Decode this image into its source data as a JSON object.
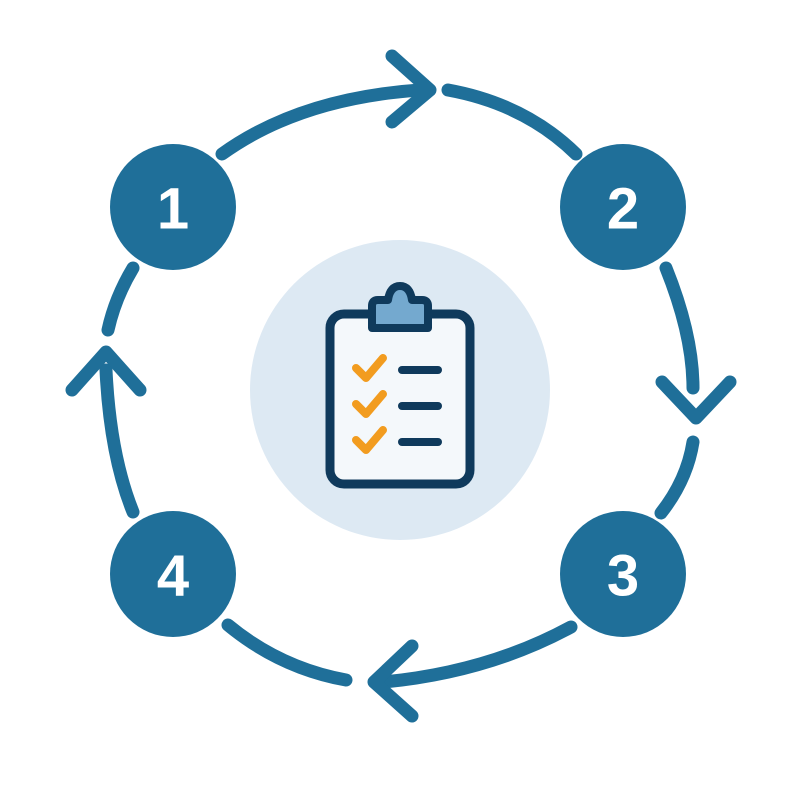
{
  "colors": {
    "primary": "#1f6f99",
    "center_bg": "#dde9f3",
    "clipboard_outline": "#0f3a5c",
    "clipboard_fill": "#f4f8fb",
    "clip_fill": "#74a9cf",
    "check": "#f29c1f",
    "label": "#ffffff"
  },
  "steps": [
    {
      "label": "1"
    },
    {
      "label": "2"
    },
    {
      "label": "3"
    },
    {
      "label": "4"
    }
  ],
  "center_icon": "clipboard-checklist-icon",
  "checklist_rows": 3
}
